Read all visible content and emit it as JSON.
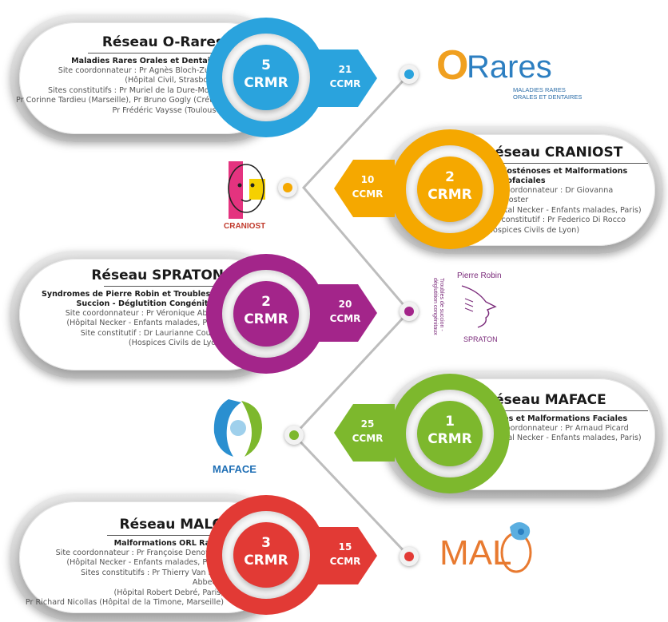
{
  "colors": {
    "orares": "#2aa3dd",
    "craniost": "#f5a800",
    "spraton": "#a3258a",
    "maface": "#7db82d",
    "malo": "#e23a35"
  },
  "networks": [
    {
      "id": "orares",
      "title": "Réseau O-Rares",
      "subtitle": "Maladies Rares Orales et Dentaires",
      "lines": [
        "Site coordonnateur : Pr  Agnès Bloch-Zupan",
        "(Hôpital Civil, Strasbourg)",
        "Sites constitutifs : Pr Muriel de la Dure-Molla (Paris),",
        "Pr Corinne Tardieu (Marseille), Pr  Bruno Gogly (Créteil),",
        "Pr Frédéric Vaysse (Toulouse)"
      ],
      "crmr_num": "5",
      "crmr_label": "CRMR",
      "ccmr_num": "21",
      "ccmr_label": "CCMR"
    },
    {
      "id": "craniost",
      "title": "Réseau CRANIOST",
      "subtitle_lines": [
        "Craniosténoses et Malformations",
        "Craniofaciales"
      ],
      "lines": [
        "Site coordonnateur : Dr Giovanna Paternoster",
        "(Hôpital Necker - Enfants malades, Paris)",
        "Site constitutif : Pr Federico Di Rocco",
        "(Hospices Civils de Lyon)"
      ],
      "crmr_num": "2",
      "crmr_label": "CRMR",
      "ccmr_num": "10",
      "ccmr_label": "CCMR"
    },
    {
      "id": "spraton",
      "title": "Réseau SPRATON",
      "subtitle_lines": [
        "Syndromes de Pierre Robin et Troubles de",
        "Succion - Déglutition Congénitaux"
      ],
      "lines": [
        "Site coordonnateur : Pr Véronique Abadie",
        "(Hôpital Necker - Enfants malades, Paris)",
        "Site constitutif : Dr Laurianne Coutier",
        "(Hospices Civils de Lyon)"
      ],
      "crmr_num": "2",
      "crmr_label": "CRMR",
      "ccmr_num": "20",
      "ccmr_label": "CCMR"
    },
    {
      "id": "maface",
      "title": "Réseau MAFACE",
      "subtitle": "Fentes et Malformations Faciales",
      "lines": [
        "Site coordonnateur : Pr Arnaud Picard",
        "(Hôpital Necker - Enfants malades, Paris)"
      ],
      "crmr_num": "1",
      "crmr_label": "CRMR",
      "ccmr_num": "25",
      "ccmr_label": "CCMR"
    },
    {
      "id": "malo",
      "title": "Réseau MALO",
      "subtitle": "Malformations ORL Rares",
      "lines": [
        "Site coordonnateur : Pr Françoise Denoyelle",
        "(Hôpital Necker - Enfants malades, Paris)",
        "Sites constitutifs : Pr Thierry Van Den Abbeele",
        "(Hôpital Robert Debré, Paris)",
        "Pr Richard Nicollas (Hôpital de la Timone, Marseille)"
      ],
      "crmr_num": "3",
      "crmr_label": "CRMR",
      "ccmr_num": "15",
      "ccmr_label": "CCMR"
    }
  ],
  "logos": {
    "orares_main": "O",
    "orares_r": "Rares",
    "orares_sub1": "MALADIES RARES",
    "orares_sub2": "ORALES ET DENTAIRES",
    "craniost": "CRANIOST",
    "spraton_top": "Pierre Robin",
    "spraton_side1": "Troubles de succion -",
    "spraton_side2": "déglutition congénitaux",
    "spraton_bottom": "SPRATON",
    "maface": "MAFACE",
    "malo": "MAL"
  }
}
